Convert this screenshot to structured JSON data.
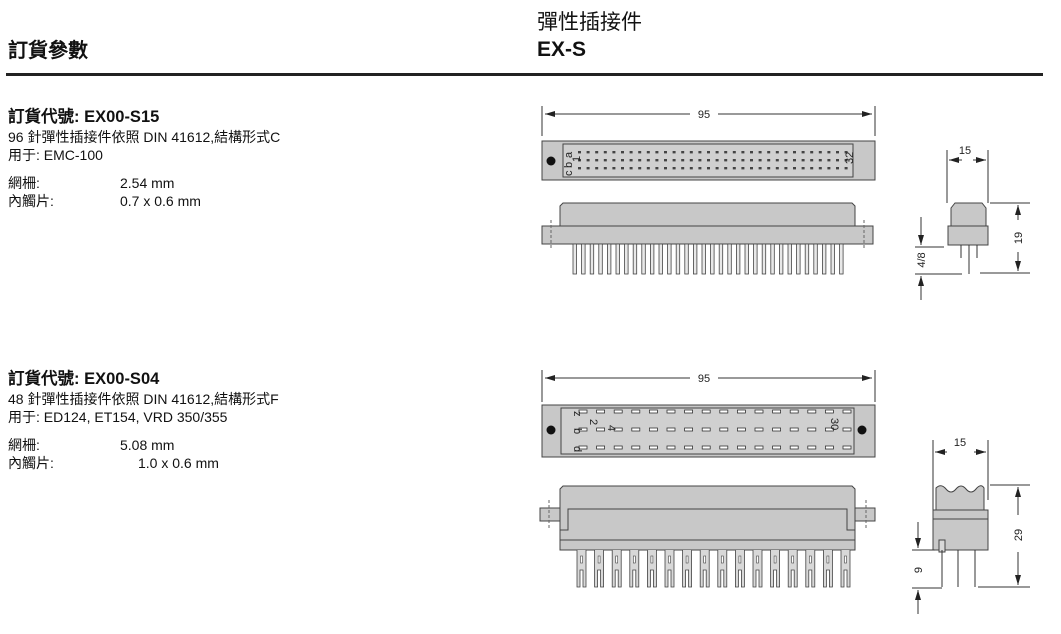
{
  "header": {
    "section": "訂貨參數",
    "product_name": "彈性插接件",
    "product_code": "EX-S"
  },
  "items": [
    {
      "order_label": "訂貨代號: EX00-S15",
      "description": "96 針彈性插接件依照 DIN 41612,結構形式C",
      "used_for": "用于: EMC-100",
      "specs": [
        {
          "key": "網柵:",
          "value": "2.54 mm"
        },
        {
          "key": "內觸片:",
          "value": "0.7 x 0.6 mm"
        }
      ],
      "drawing": {
        "width_dim": "95",
        "rows": [
          "c",
          "b",
          "a"
        ],
        "first_pin": "1",
        "last_pin": "32",
        "side_width": "15",
        "height_dim": "19",
        "pin_dim": "4/8"
      }
    },
    {
      "order_label": "訂貨代號: EX00-S04",
      "description": "48 針彈性插接件依照 DIN 41612,結構形式F",
      "used_for": "用于: ED124, ET154, VRD 350/355",
      "specs": [
        {
          "key": "網柵:",
          "value": "5.08 mm"
        },
        {
          "key": "內觸片:",
          "value": "1.0 x 0.6 mm"
        }
      ],
      "drawing": {
        "width_dim": "95",
        "rows": [
          "z",
          "b",
          "d"
        ],
        "pin_a": "2",
        "pin_b": "4",
        "last_pin": "30",
        "side_width": "15",
        "height_dim": "29",
        "pin_dim": "9"
      }
    }
  ],
  "colors": {
    "body": "#c8c8c8",
    "line": "#333333"
  }
}
